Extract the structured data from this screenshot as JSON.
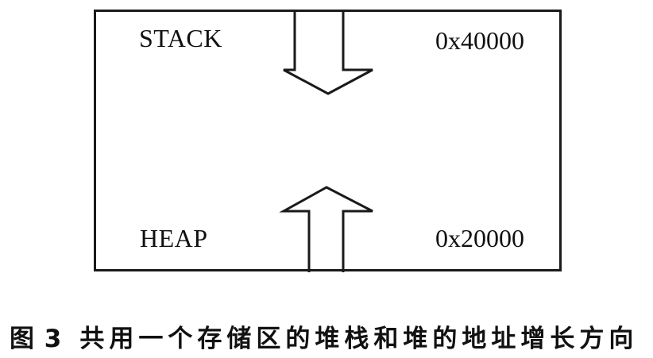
{
  "diagram": {
    "stack": {
      "label": "STACK",
      "address": "0x40000",
      "growth": "down"
    },
    "heap": {
      "label": "HEAP",
      "address": "0x20000",
      "growth": "up"
    }
  },
  "caption": {
    "number": "图 3",
    "text": "共用一个存储区的堆栈和堆的地址增长方向"
  },
  "colors": {
    "line": "#1a1a1a",
    "background": "#ffffff"
  }
}
